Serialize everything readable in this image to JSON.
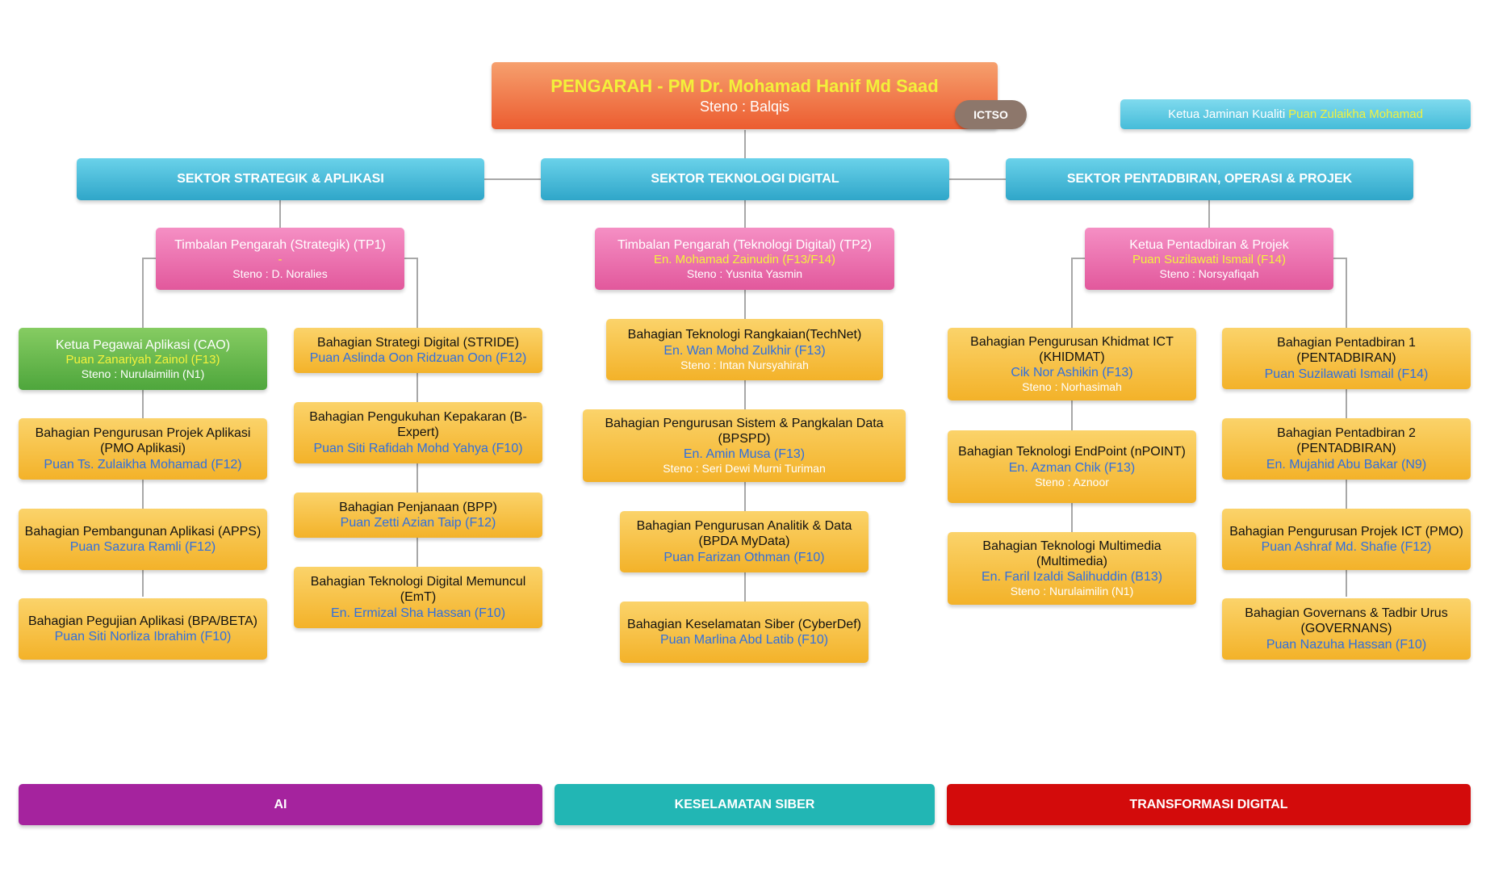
{
  "director": {
    "title": "PENGARAH - PM Dr. Mohamad Hanif Md Saad",
    "steno": "Steno : Balqis"
  },
  "ictso_label": "ICTSO",
  "quality": {
    "label": "Ketua Jaminan Kualiti",
    "name": "Puan Zulaikha Mohamad"
  },
  "sectors": [
    {
      "title": "SEKTOR STRATEGIK & APLIKASI"
    },
    {
      "title": "SEKTOR TEKNOLOGI DIGITAL"
    },
    {
      "title": "SEKTOR PENTADBIRAN, OPERASI & PROJEK"
    }
  ],
  "deputies": [
    {
      "title": "Timbalan Pengarah (Strategik) (TP1)",
      "name": "-",
      "steno": "Steno : D. Noralies"
    },
    {
      "title": "Timbalan Pengarah (Teknologi Digital) (TP2)",
      "name": "En. Mohamad Zainudin (F13/F14)",
      "steno": "Steno : Yusnita Yasmin"
    },
    {
      "title": "Ketua Pentadbiran & Projek",
      "name": "Puan Suzilawati Ismail (F14)",
      "steno": "Steno : Norsyafiqah"
    }
  ],
  "units": {
    "col1": [
      {
        "title": "Ketua Pegawai Aplikasi (CAO)",
        "name": "Puan Zanariyah Zainol (F13)",
        "steno": "Steno : Nurulaimilin (N1)"
      },
      {
        "title": "Bahagian Pengurusan Projek Aplikasi (PMO Aplikasi)",
        "name": "Puan Ts. Zulaikha Mohamad (F12)"
      },
      {
        "title": "Bahagian Pembangunan Aplikasi (APPS)",
        "name": "Puan Sazura Ramli (F12)"
      },
      {
        "title": "Bahagian Pegujian Aplikasi (BPA/BETA)",
        "name": "Puan Siti Norliza Ibrahim (F10)"
      }
    ],
    "col2": [
      {
        "title": "Bahagian Strategi Digital (STRIDE)",
        "name": "Puan Aslinda Oon Ridzuan Oon (F12)"
      },
      {
        "title": "Bahagian Pengukuhan Kepakaran (B-Expert)",
        "name": "Puan Siti Rafidah Mohd Yahya (F10)"
      },
      {
        "title": "Bahagian Penjanaan (BPP)",
        "name": "Puan Zetti Azian Taip (F12)"
      },
      {
        "title": "Bahagian Teknologi Digital Memuncul (EmT)",
        "name": "En. Ermizal Sha Hassan (F10)"
      }
    ],
    "col3": [
      {
        "title": "Bahagian Teknologi Rangkaian(TechNet)",
        "name": "En. Wan Mohd Zulkhir (F13)",
        "steno": "Steno : Intan Nursyahirah"
      },
      {
        "title": "Bahagian Pengurusan Sistem & Pangkalan Data (BPSPD)",
        "name": "En. Amin Musa (F13)",
        "steno": "Steno : Seri Dewi Murni Turiman"
      },
      {
        "title": "Bahagian Pengurusan Analitik & Data (BPDA MyData)",
        "name": "Puan Farizan Othman (F10)"
      },
      {
        "title": "Bahagian Keselamatan Siber (CyberDef)",
        "name": "Puan Marlina Abd Latib (F10)"
      }
    ],
    "col4": [
      {
        "title": "Bahagian Pengurusan Khidmat ICT (KHIDMAT)",
        "name": "Cik Nor Ashikin (F13)",
        "steno": "Steno : Norhasimah"
      },
      {
        "title": "Bahagian Teknologi EndPoint (nPOINT)",
        "name": "En. Azman Chik (F13)",
        "steno": "Steno : Aznoor"
      },
      {
        "title": "Bahagian Teknologi Multimedia (Multimedia)",
        "name": "En. Faril Izaldi Salihuddin (B13)",
        "steno": "Steno : Nurulaimilin (N1)"
      }
    ],
    "col5": [
      {
        "title": "Bahagian Pentadbiran 1 (PENTADBIRAN)",
        "name": "Puan Suzilawati Ismail (F14)"
      },
      {
        "title": "Bahagian Pentadbiran 2 (PENTADBIRAN)",
        "name": "En. Mujahid Abu Bakar (N9)"
      },
      {
        "title": "Bahagian Pengurusan Projek ICT (PMO)",
        "name": "Puan Ashraf Md. Shafie (F12)"
      },
      {
        "title": "Bahagian Governans & Tadbir Urus (GOVERNANS)",
        "name": "Puan Nazuha Hassan (F10)"
      }
    ]
  },
  "footer": [
    {
      "label": "AI",
      "color": "#a5239e"
    },
    {
      "label": "KESELAMATAN SIBER",
      "color": "#22b6b4"
    },
    {
      "label": "TRANSFORMASI DIGITAL",
      "color": "#d30b0b"
    }
  ]
}
